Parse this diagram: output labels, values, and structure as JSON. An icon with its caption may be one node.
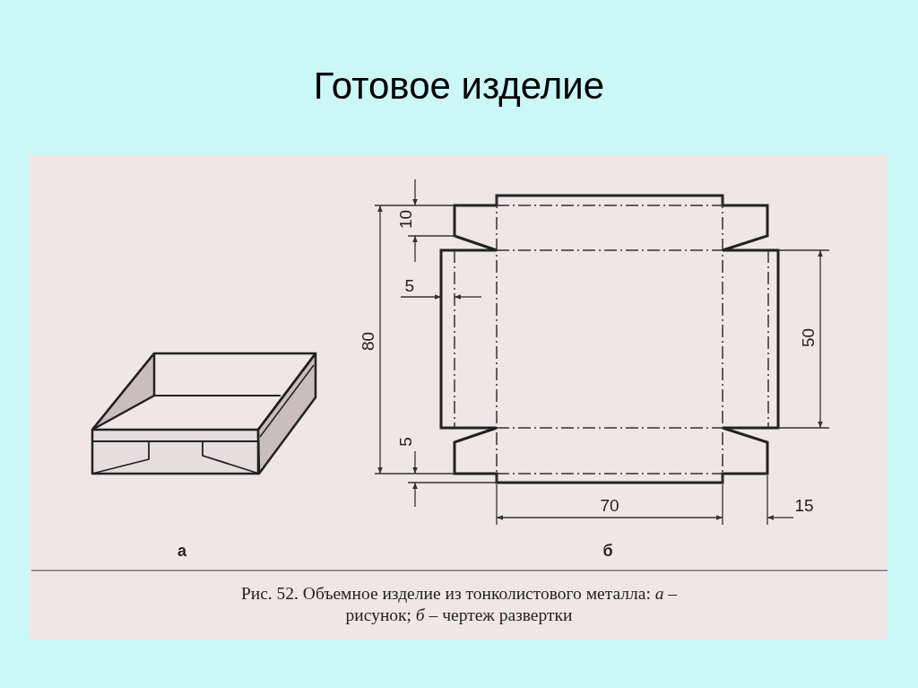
{
  "diagram": {
    "title": "Готовое изделие",
    "caption": "Рис. 52. Объемное изделие из тонколистового металла: *а* – рисунок; *б* – чертеж развертки",
    "labels": [
      "10",
      "5",
      "80",
      "50",
      "5",
      "70",
      "15",
      "а",
      "б"
    ]
  }
}
